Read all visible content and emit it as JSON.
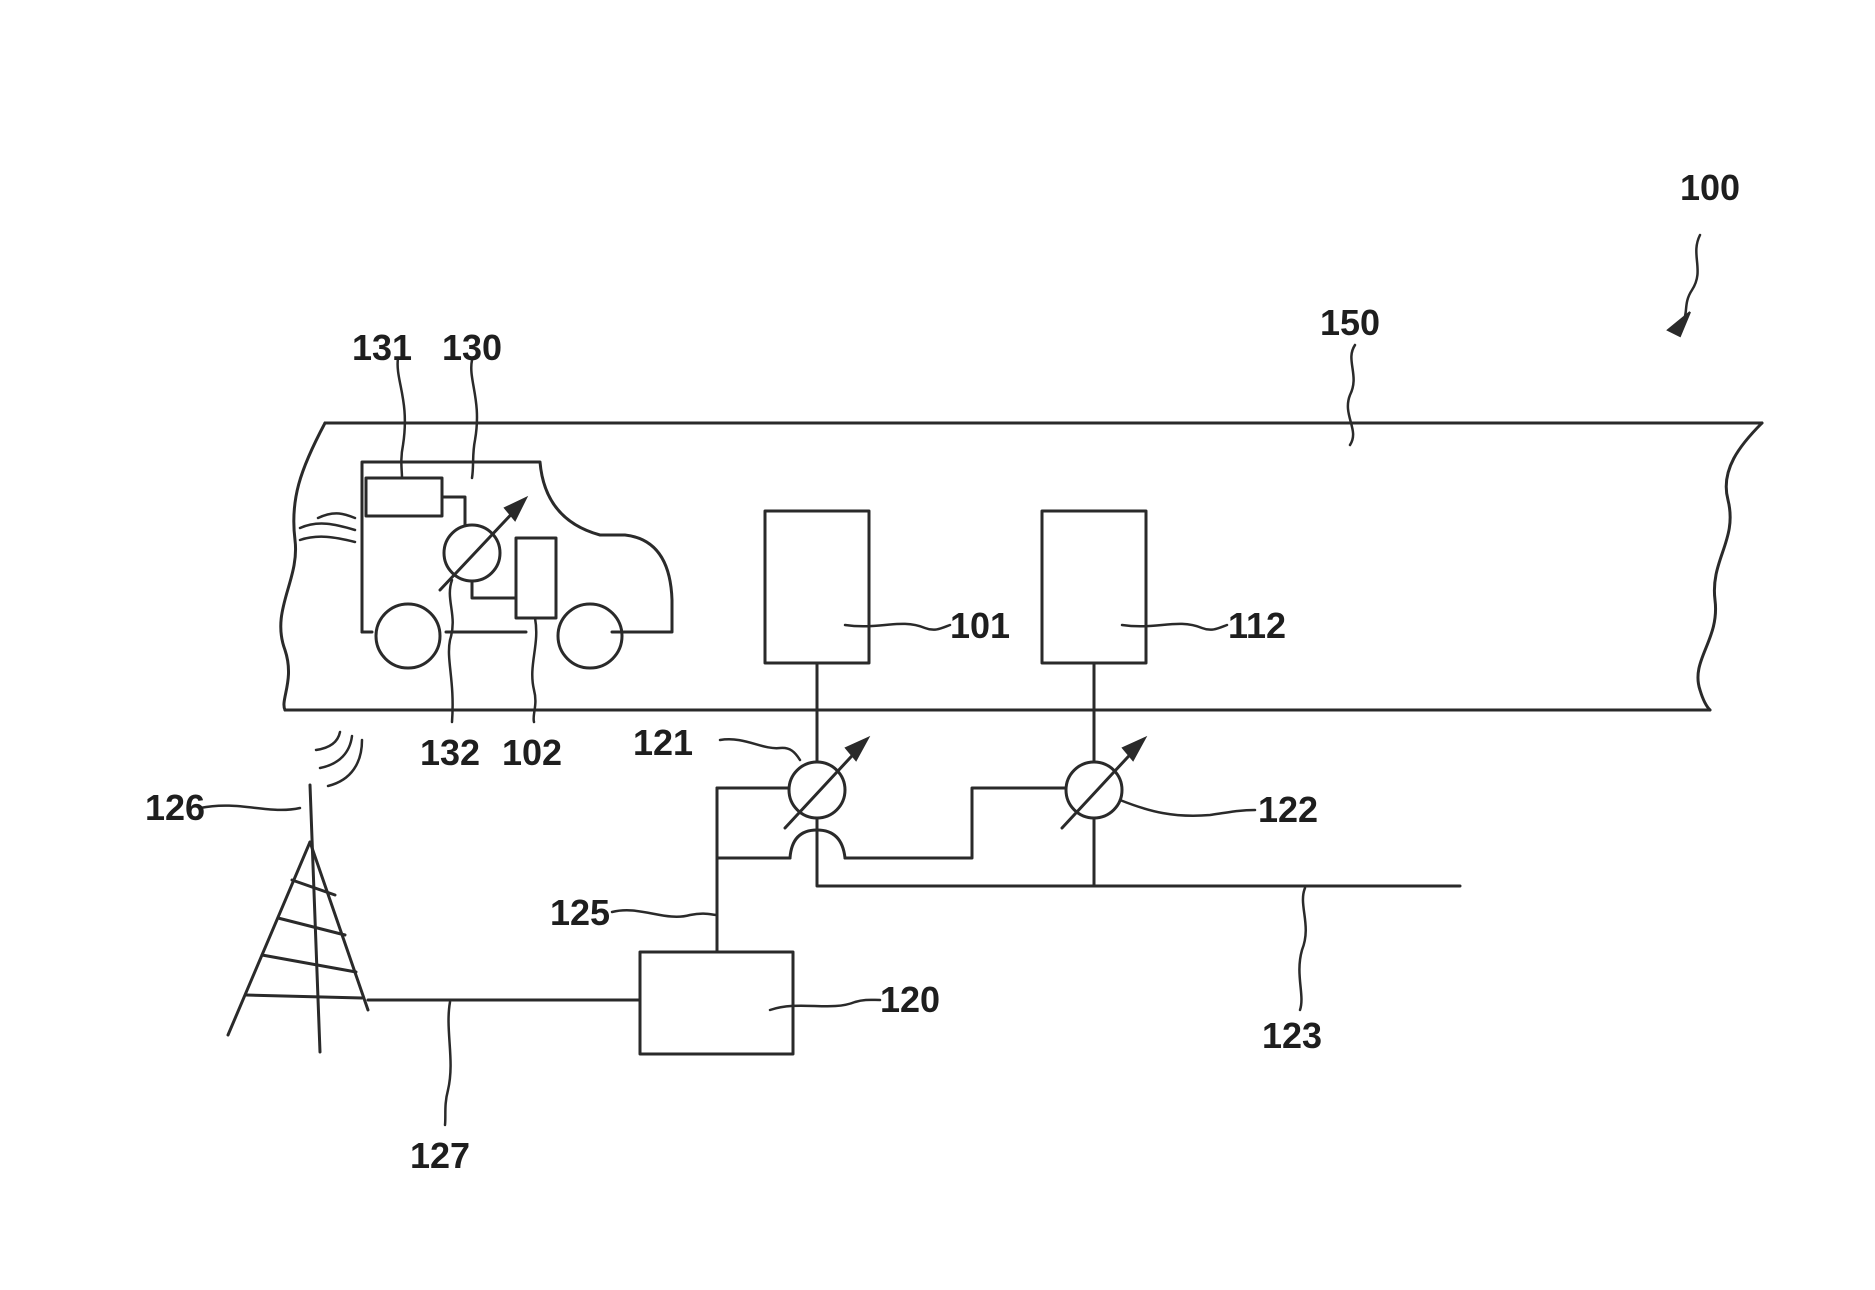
{
  "labels": {
    "system": "100",
    "road": "150",
    "vehicle": "130",
    "vehicle_unit": "131",
    "vehicle_comm": "132",
    "vehicle_sensor": "102",
    "infra_sensor_1": "101",
    "infra_sensor_2": "112",
    "comm_unit_1": "121",
    "comm_unit_2": "122",
    "antenna": "126",
    "link_125": "125",
    "bus_123": "123",
    "server": "120",
    "link_127": "127"
  }
}
